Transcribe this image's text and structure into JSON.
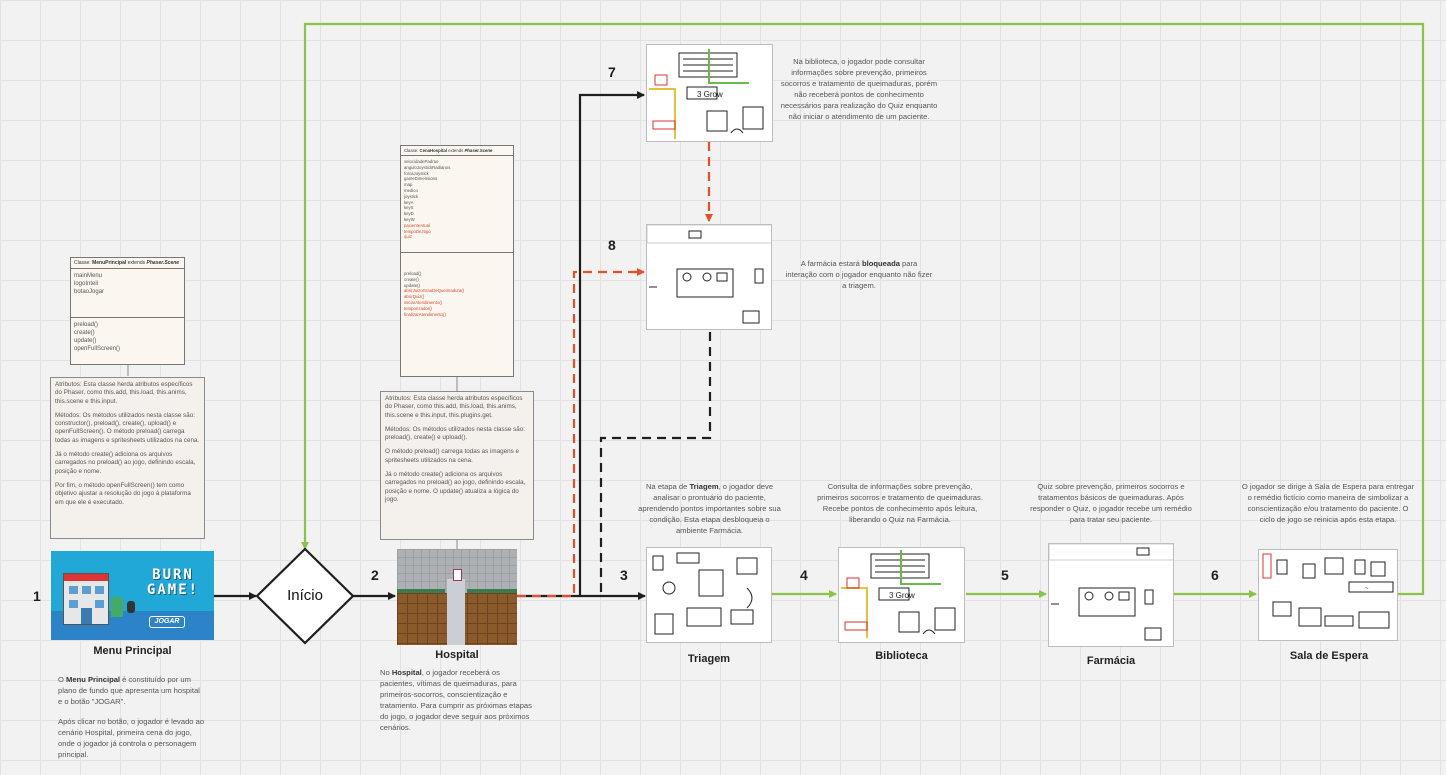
{
  "steps": {
    "s1": {
      "number": "1",
      "title": "Menu Principal"
    },
    "s2": {
      "number": "2",
      "title": "Hospital"
    },
    "s3": {
      "number": "3",
      "title": "Triagem"
    },
    "s4": {
      "number": "4",
      "title": "Biblioteca"
    },
    "s5": {
      "number": "5",
      "title": "Farmácia"
    },
    "s6": {
      "number": "6",
      "title": "Sala de Espera"
    },
    "s7": {
      "number": "7"
    },
    "s8": {
      "number": "8"
    }
  },
  "decision": {
    "label": "Início"
  },
  "menu_image": {
    "line1": "BURN",
    "line2": "GAME!",
    "button": "JOGAR"
  },
  "uml_menu": {
    "header_prefix": "Classe: ",
    "class_name": "MenuPrincipal",
    "extends_word": " extends ",
    "parent": "Phaser.Scene",
    "attributes": [
      "mainMenu",
      "logoInteli",
      "botaoJogar"
    ],
    "methods": [
      "preload()",
      "create()",
      "update()",
      "openFullScreen()"
    ]
  },
  "uml_hospital": {
    "header_prefix": "Classe: ",
    "class_name": "CenaHospital",
    "extends_word": " extends ",
    "parent": "Phaser.Scene",
    "attributes": [
      "velocidadePadrao",
      "anguloJoystickRadianos",
      "forcaJoystick",
      "gameDimensions",
      "map",
      "medico",
      "joystick",
      "keyA",
      "keyS",
      "keyD",
      "keyW"
    ],
    "attributes_red": [
      "pacienteAtual",
      "tempoDeJogo",
      "quiz"
    ],
    "methods": [
      "preload()",
      "create()",
      "update()"
    ],
    "methods_red": [
      "abrirJuizoGrauDeQueimadura()",
      "abrirQuiz()",
      "iniciarAtendimento()",
      "temporizador()",
      "finalizarAtendimento()"
    ]
  },
  "note_menu": {
    "p1": "Atributos: Esta classe herda atributos específicos do Phaser, como this.add, this.load, this.anims, this.scene e this.input.",
    "p2": "Métodos: Os métodos utilizados nesta classe são: constructor(), preload(), create(), upload() e openFullScreen(). O método preload() carrega todas as imagens e spritesheets utilizados na cena.",
    "p3": "Já o método create() adiciona os arquivos carregados no preload() ao jogo, definindo escala, posição e nome.",
    "p4": "Por fim, o método openFullScreen() tem como objetivo ajustar a resolução do jogo à plataforma em que ele é executado."
  },
  "note_hospital": {
    "p1": "Atributos: Esta classe herda atributos específicos do Phaser, como this.add, this.load, this.anims, this.scene e this.input, this.plugins.get.",
    "p2": "Métodos: Os métodos utilizados nesta classe são: preload(), create() e upload().",
    "p3": "O método preload() carrega todas as imagens e spritesheets utilizados na cena.",
    "p4": "Já o método create() adiciona os arquivos carregados no preload() ao jogo, definindo escala, posição e nome. O update() atualiza a lógica do jogo."
  },
  "descriptions": {
    "menu_a1": "O ",
    "menu_a_bold": "Menu Principal",
    "menu_a2": " é constituído por um plano de fundo que apresenta um hospital e o botão \"JOGAR\".",
    "menu_b": "Após clicar no botão, o jogador é levado ao cenário Hospital, primeira cena do jogo, onde o jogador já controla o personagem principal.",
    "hospital_1": "No ",
    "hospital_bold": "Hospital",
    "hospital_2": ", o jogador receberá os pacientes, vítimas de queimaduras, para primeiros-socorros, conscientização e tratamento. Para cumprir as próximas etapas do jogo, o jogador deve seguir aos próximos cenários.",
    "triagem_1": "Na etapa de ",
    "triagem_bold": "Triagem",
    "triagem_2": ", o jogador deve analisar o prontuário do paciente, aprendendo pontos importantes sobre sua condição. Esta etapa desbloqueia o ambiente Farmácia.",
    "biblioteca": "Consulta de informações sobre prevenção, primeiros socorros e tratamento de queimaduras. Recebe pontos de conhecimento após leitura, liberando o Quiz na Farmácia.",
    "farmacia": "Quiz sobre prevenção, primeiros socorros e tratamentos básicos de queimaduras. Após responder o Quiz, o jogador recebe um remédio para tratar seu paciente.",
    "sala": "O jogador se dirige à Sala de Espera para entregar o remédio fictício como maneira de simbolizar a conscientização e/ou tratamento do paciente. O ciclo de jogo se reinicia após esta etapa.",
    "biblioteca_top": "Na biblioteca, o jogador pode consultar informações sobre prevenção, primeiros socorros e tratamento de queimaduras, porém não receberá pontos de conhecimento necessários para realização do Quiz enquanto não iniciar o atendimento de um paciente.",
    "farmacia_top_1": "A farmácia estará ",
    "farmacia_top_bold": "bloqueada",
    "farmacia_top_2": " para interação com o jogador enquanto não fizer a triagem."
  },
  "colors": {
    "green": "#8bc34a",
    "red": "#e4502b",
    "black": "#1e1e1e",
    "menu_bg": "#21a8d6"
  }
}
